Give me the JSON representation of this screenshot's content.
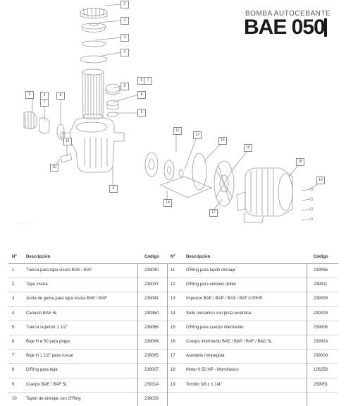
{
  "header": {
    "subtitle": "BOMBA AUTOCEBANTE",
    "model": "BAE 050"
  },
  "diagram": {
    "callouts": [
      "1",
      "2",
      "3",
      "4",
      "5",
      "6",
      "7",
      "8",
      "9",
      "10",
      "11",
      "12",
      "13",
      "14",
      "15",
      "16",
      "17",
      "18",
      "19"
    ],
    "footnote": "············"
  },
  "table": {
    "headers": {
      "num": "Nº",
      "desc": "Descripción",
      "code": "Código"
    },
    "left_rows": [
      {
        "num": "1",
        "desc": "Tuerca para tapa visora BAE / BAF",
        "code": "239040"
      },
      {
        "num": "2",
        "desc": "Tapa visora",
        "code": "239037"
      },
      {
        "num": "3",
        "desc": "Junta de goma para tapa visora BAE / BAF",
        "code": "239041"
      },
      {
        "num": "4",
        "desc": "Canasto BAE 5L",
        "code": "23936A"
      },
      {
        "num": "5",
        "desc": "Tuerca superior 1 1/2\"",
        "code": "239066"
      },
      {
        "num": "6",
        "desc": "Buje H ø 50 para pegar",
        "code": "239064"
      },
      {
        "num": "7",
        "desc": "Buje H 1 1/2\" para roscar",
        "code": "239065"
      },
      {
        "num": "8",
        "desc": "O'Ring para buje",
        "code": "239007"
      },
      {
        "num": "9",
        "desc": "Cuerpo BAE / BAF 5L",
        "code": "23931A"
      },
      {
        "num": "10",
        "desc": "Tapón de drenaje con O'Ring",
        "code": "239029"
      }
    ],
    "right_rows": [
      {
        "num": "11",
        "desc": "O'Ring para tapón drenaje",
        "code": "239056"
      },
      {
        "num": "12",
        "desc": "O'Ring para uniones doble",
        "code": "239011"
      },
      {
        "num": "13",
        "desc": "Impulsor BAE / BAP / BAS / BAT 0.50HP",
        "code": "239008"
      },
      {
        "num": "14",
        "desc": "Sello mecánico con pista cerámica",
        "code": "239009"
      },
      {
        "num": "15",
        "desc": "O'Ring para cuerpo intermedio",
        "code": "239006"
      },
      {
        "num": "16",
        "desc": "Cuerpo intermedio BAE / BAP / BAF / BAD 5L",
        "code": "23932A"
      },
      {
        "num": "17",
        "desc": "Arandela rompegota",
        "code": "239008"
      },
      {
        "num": "18",
        "desc": "Motor 0.50 HP - Monofásico",
        "code": "106258"
      },
      {
        "num": "19",
        "desc": "Tornillo 3/8 x 1 1/4\"",
        "code": "239051"
      }
    ]
  }
}
